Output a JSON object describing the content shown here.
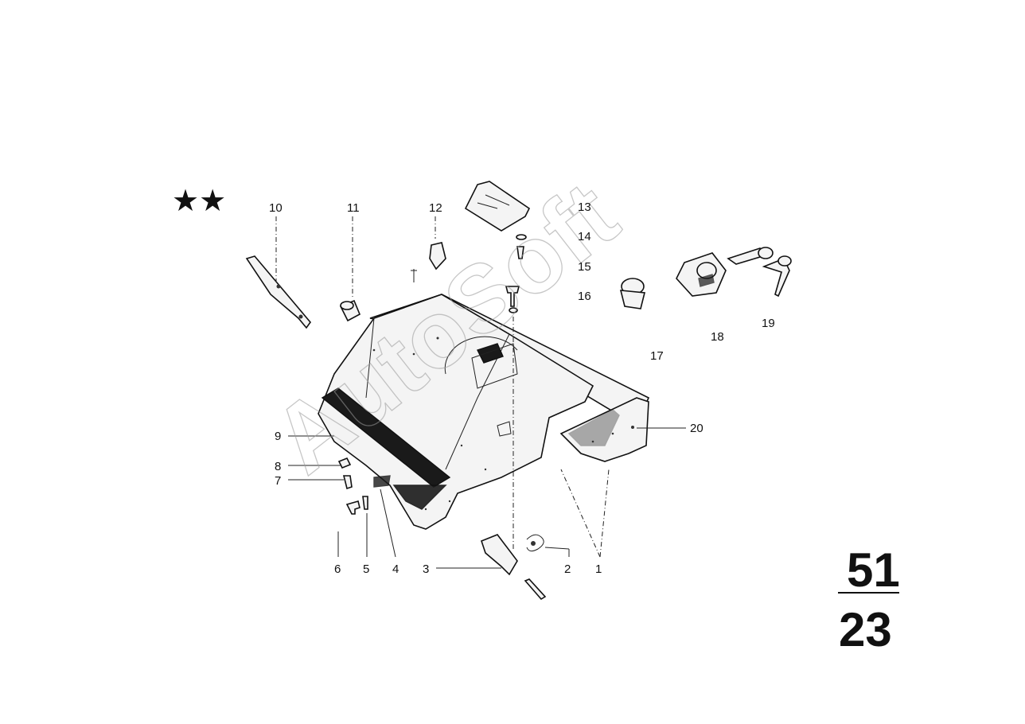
{
  "marker": {
    "symbol": "★★"
  },
  "watermark": "AutoSoft",
  "callouts": {
    "c1": "1",
    "c2": "2",
    "c3": "3",
    "c4": "4",
    "c5": "5",
    "c6": "6",
    "c7": "7",
    "c8": "8",
    "c9": "9",
    "c10": "10",
    "c11": "11",
    "c12": "12",
    "c13": "13",
    "c14": "14",
    "c15": "15",
    "c16": "16",
    "c17": "17",
    "c18": "18",
    "c19": "19",
    "c20": "20"
  },
  "group": {
    "main": "51",
    "sub": "23"
  }
}
